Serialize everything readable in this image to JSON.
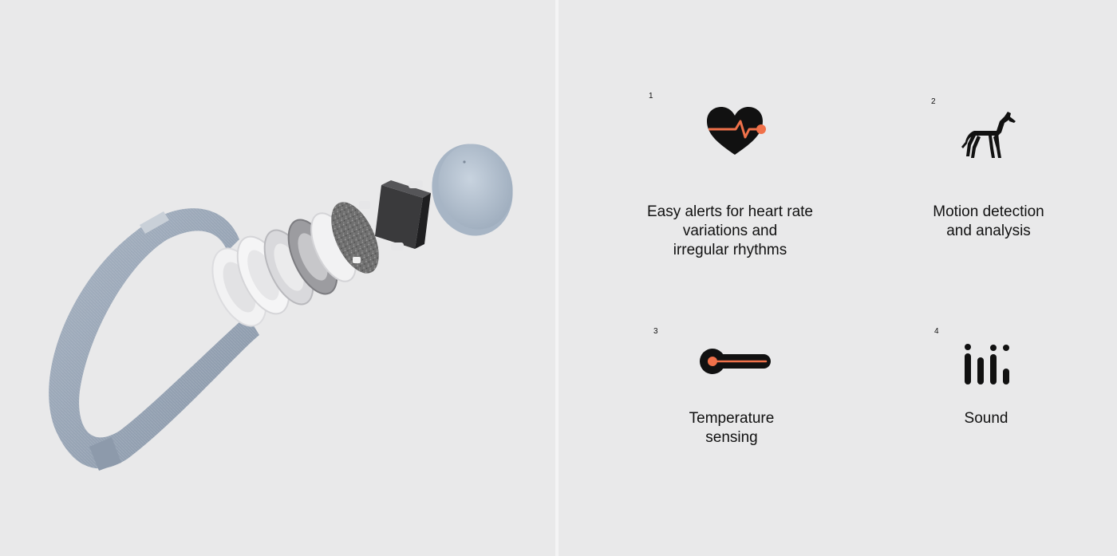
{
  "colors": {
    "background": "#e9e9ea",
    "accent": "#f0714a",
    "icon_dark": "#111111",
    "band": "#9eaab9",
    "pod": "#b8c4d2"
  },
  "product_image": {
    "icon": "exploded-wearable-collar-device"
  },
  "features": [
    {
      "number": "1",
      "icon": "heart-rate-icon",
      "text": "Easy alerts for heart rate\nvariations and\nirregular rhythms"
    },
    {
      "number": "2",
      "icon": "dog-icon",
      "text": "Motion detection\nand analysis"
    },
    {
      "number": "3",
      "icon": "thermometer-icon",
      "text": "Temperature\nsensing"
    },
    {
      "number": "4",
      "icon": "sound-bars-icon",
      "text": "Sound"
    }
  ]
}
